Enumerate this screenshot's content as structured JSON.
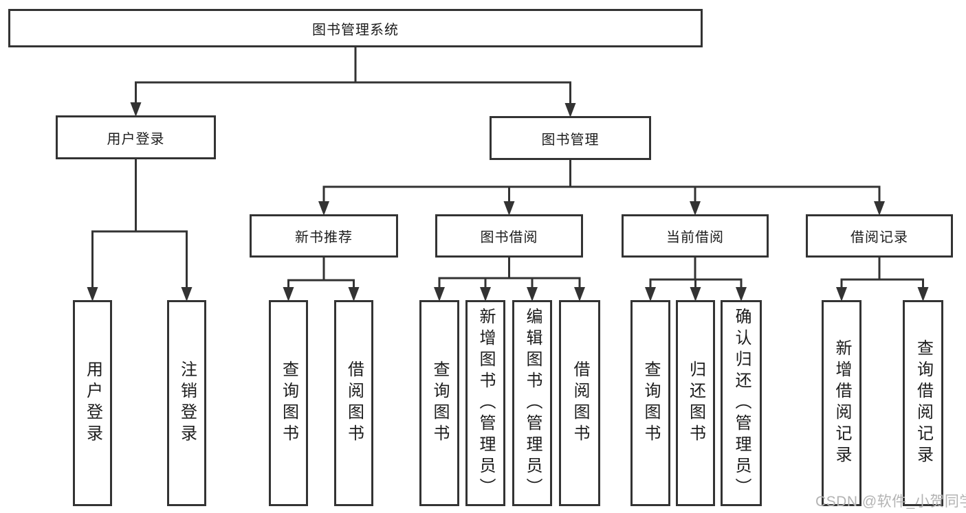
{
  "diagram": {
    "title": "图书管理系统",
    "nodes": [
      {
        "id": "root",
        "label": "图书管理系统",
        "children": [
          "login",
          "mgmt"
        ]
      },
      {
        "id": "login",
        "label": "用户登录",
        "children": [
          "login-user",
          "login-logout"
        ]
      },
      {
        "id": "mgmt",
        "label": "图书管理",
        "children": [
          "recommend",
          "borrow",
          "current",
          "records"
        ]
      },
      {
        "id": "recommend",
        "label": "新书推荐",
        "children": [
          "rec-query",
          "rec-borrow"
        ]
      },
      {
        "id": "borrow",
        "label": "图书借阅",
        "children": [
          "bor-query",
          "bor-add",
          "bor-edit",
          "bor-borrow"
        ]
      },
      {
        "id": "current",
        "label": "当前借阅",
        "children": [
          "cur-query",
          "cur-return",
          "cur-confirm"
        ]
      },
      {
        "id": "records",
        "label": "借阅记录",
        "children": [
          "recd-add",
          "recd-query"
        ]
      },
      {
        "id": "login-user",
        "label": "用户登录",
        "children": []
      },
      {
        "id": "login-logout",
        "label": "注销登录",
        "children": []
      },
      {
        "id": "rec-query",
        "label": "查询图书",
        "children": []
      },
      {
        "id": "rec-borrow",
        "label": "借阅图书",
        "children": []
      },
      {
        "id": "bor-query",
        "label": "查询图书",
        "children": []
      },
      {
        "id": "bor-add",
        "label": "新增图书（管理员）",
        "children": []
      },
      {
        "id": "bor-edit",
        "label": "编辑图书（管理员）",
        "children": []
      },
      {
        "id": "bor-borrow",
        "label": "借阅图书",
        "children": []
      },
      {
        "id": "cur-query",
        "label": "查询图书",
        "children": []
      },
      {
        "id": "cur-return",
        "label": "归还图书",
        "children": []
      },
      {
        "id": "cur-confirm",
        "label": "确认归还（管理员）",
        "children": []
      },
      {
        "id": "recd-add",
        "label": "新增借阅记录",
        "children": []
      },
      {
        "id": "recd-query",
        "label": "查询借阅记录",
        "children": []
      }
    ]
  },
  "watermark": {
    "text": "CSDN @软件_小贺同学"
  },
  "colors": {
    "line": "#333333",
    "text": "#1c1c1c",
    "background": "#ffffff",
    "watermark": "#b3b3b3"
  }
}
